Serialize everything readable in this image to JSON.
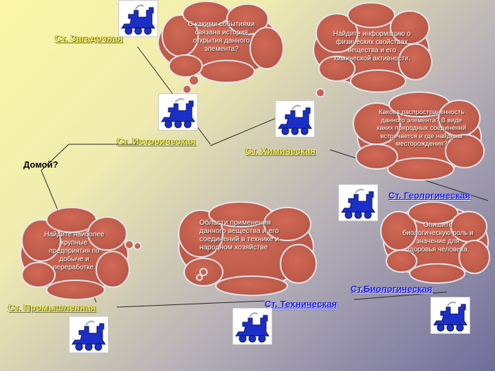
{
  "stations": {
    "zagadochnaya": "Ст. Загадочная",
    "istoricheskaya": "Ст. Историческая",
    "khimicheskaya": "Ст. Химическая",
    "geologicheskaya": "Ст. Геологическая",
    "promyshlennaya": "Ст. Промышленная",
    "tekhnicheskaya": "Ст. Техническая",
    "biologicheskaya": "Ст.Биологическая"
  },
  "home_label": "Домой?",
  "clouds": {
    "history": "С какими событиями связана история открытия данного элемента?",
    "properties": "Найдите информацию о физических свойствах вещества и его химической активности.",
    "occurrence": "Какова распространенность данного элемента? В виде каких природных соединений встречается и где найдены месторождения?",
    "industry": "Найдите наиболее крупные предприятия по добыче и переработке.",
    "application": "Области применения данного вещества и его соединений в технике и народном хозяйстве",
    "biology": "Опишите биологическую роль и значение для здоровья человека."
  },
  "icons": {
    "train": "locomotive-icon"
  },
  "colors": {
    "cloud_fill": "#c8604e",
    "cloud_edge": "#e8e8ef",
    "station_yellow": "#f5f05a",
    "station_blue": "#1a1aff"
  }
}
